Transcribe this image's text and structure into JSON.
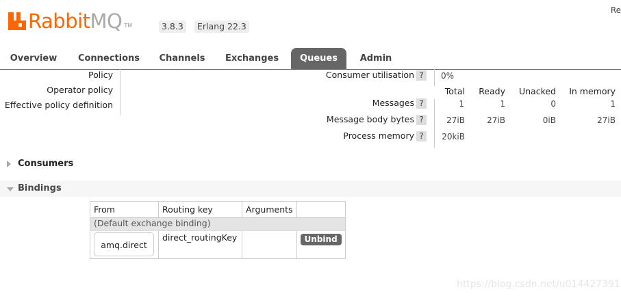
{
  "header": {
    "logo_rabbit": "Rabbit",
    "logo_mq": "MQ",
    "logo_tm": "TM",
    "version": "3.8.3",
    "erlang": "Erlang 22.3",
    "user_fragment": "Re"
  },
  "tabs": [
    {
      "label": "Overview",
      "active": false
    },
    {
      "label": "Connections",
      "active": false
    },
    {
      "label": "Channels",
      "active": false
    },
    {
      "label": "Exchanges",
      "active": false
    },
    {
      "label": "Queues",
      "active": true
    },
    {
      "label": "Admin",
      "active": false
    }
  ],
  "details": {
    "left_labels": [
      "Policy",
      "Operator policy",
      "Effective policy definition"
    ],
    "consumer_utilisation_label": "Consumer utilisation",
    "consumer_utilisation_value": "0%",
    "help_glyph": "?",
    "columns": [
      "Total",
      "Ready",
      "Unacked",
      "In memory"
    ],
    "rows": [
      {
        "label": "Messages",
        "values": [
          "1",
          "1",
          "0",
          "1"
        ]
      },
      {
        "label": "Message body bytes",
        "values": [
          "27iB",
          "27iB",
          "0iB",
          "27iB"
        ]
      },
      {
        "label": "Process memory",
        "values": [
          "20kiB"
        ]
      }
    ]
  },
  "sections": {
    "consumers": "Consumers",
    "bindings": "Bindings"
  },
  "bindings_table": {
    "headers": [
      "From",
      "Routing key",
      "Arguments",
      ""
    ],
    "default_binding_label": "(Default exchange binding)",
    "rows": [
      {
        "from": "amq.direct",
        "routing_key": "direct_routingKey",
        "arguments": "",
        "action": "Unbind"
      }
    ]
  },
  "watermark": "https://blog.csdn.net/u014427391",
  "colors": {
    "brand_orange": "#ff6600",
    "tab_active_bg": "#666666",
    "help_bg": "#dddddd"
  }
}
